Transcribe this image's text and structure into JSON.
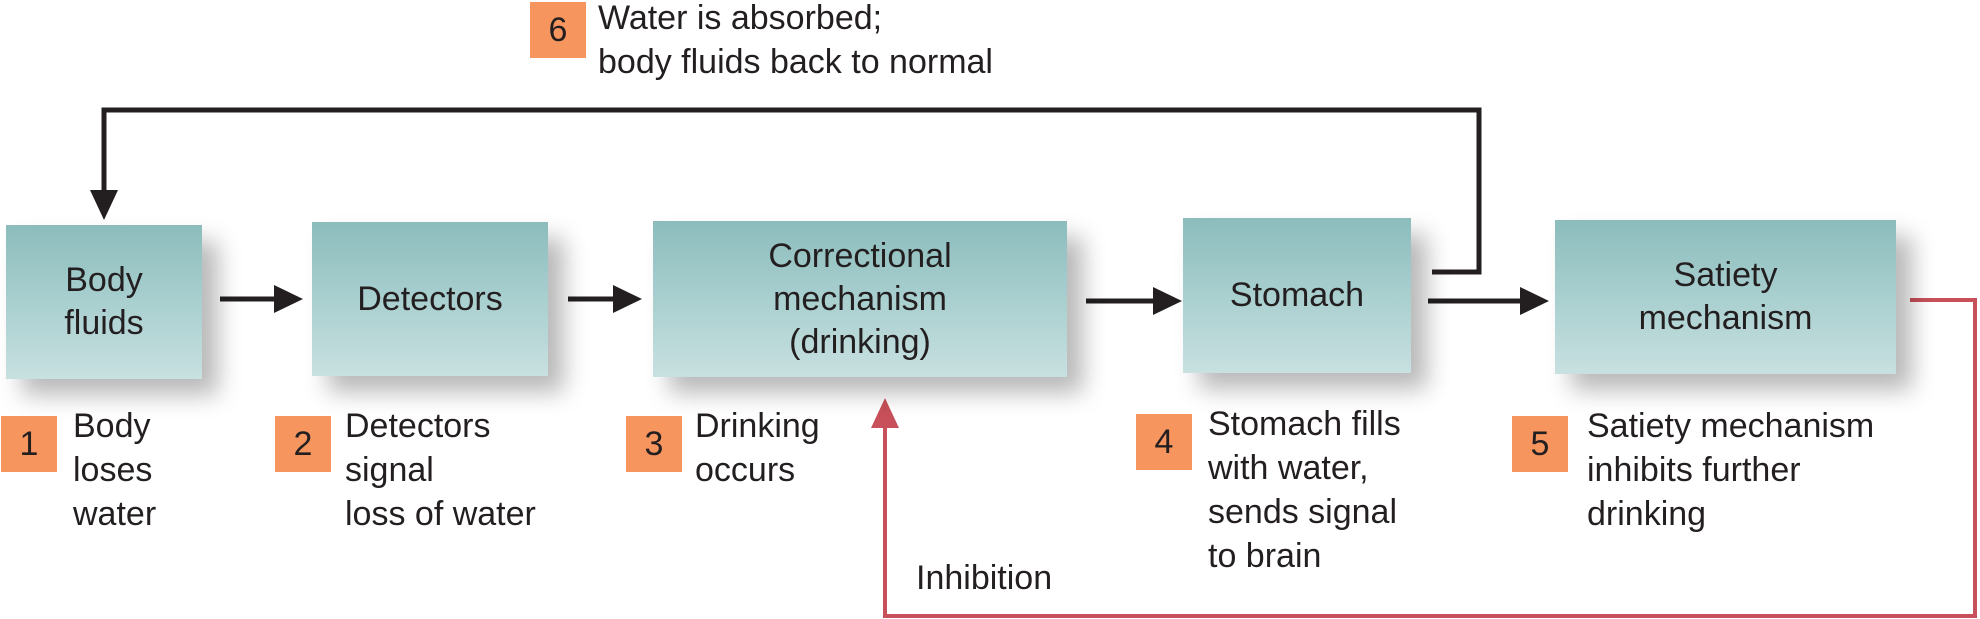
{
  "colors": {
    "box_fill": "#a9cfcf",
    "step_badge": "#f7955f",
    "flow_arrow": "#231f20",
    "inhibition_arrow": "#c8505a"
  },
  "boxes": {
    "body_fluids": "Body\nfluids",
    "detectors": "Detectors",
    "correctional": "Correctional\nmechanism\n(drinking)",
    "stomach": "Stomach",
    "satiety": "Satiety\nmechanism"
  },
  "steps": [
    {
      "number": "1",
      "text": "Body\nloses\nwater"
    },
    {
      "number": "2",
      "text": "Detectors\nsignal\nloss of water"
    },
    {
      "number": "3",
      "text": "Drinking\noccurs"
    },
    {
      "number": "4",
      "text": "Stomach fills\nwith water,\nsends signal\nto brain"
    },
    {
      "number": "5",
      "text": "Satiety mechanism\ninhibits further\ndrinking"
    },
    {
      "number": "6",
      "text": "Water is absorbed;\nbody fluids back to normal"
    }
  ],
  "inhibition_label": "Inhibition"
}
